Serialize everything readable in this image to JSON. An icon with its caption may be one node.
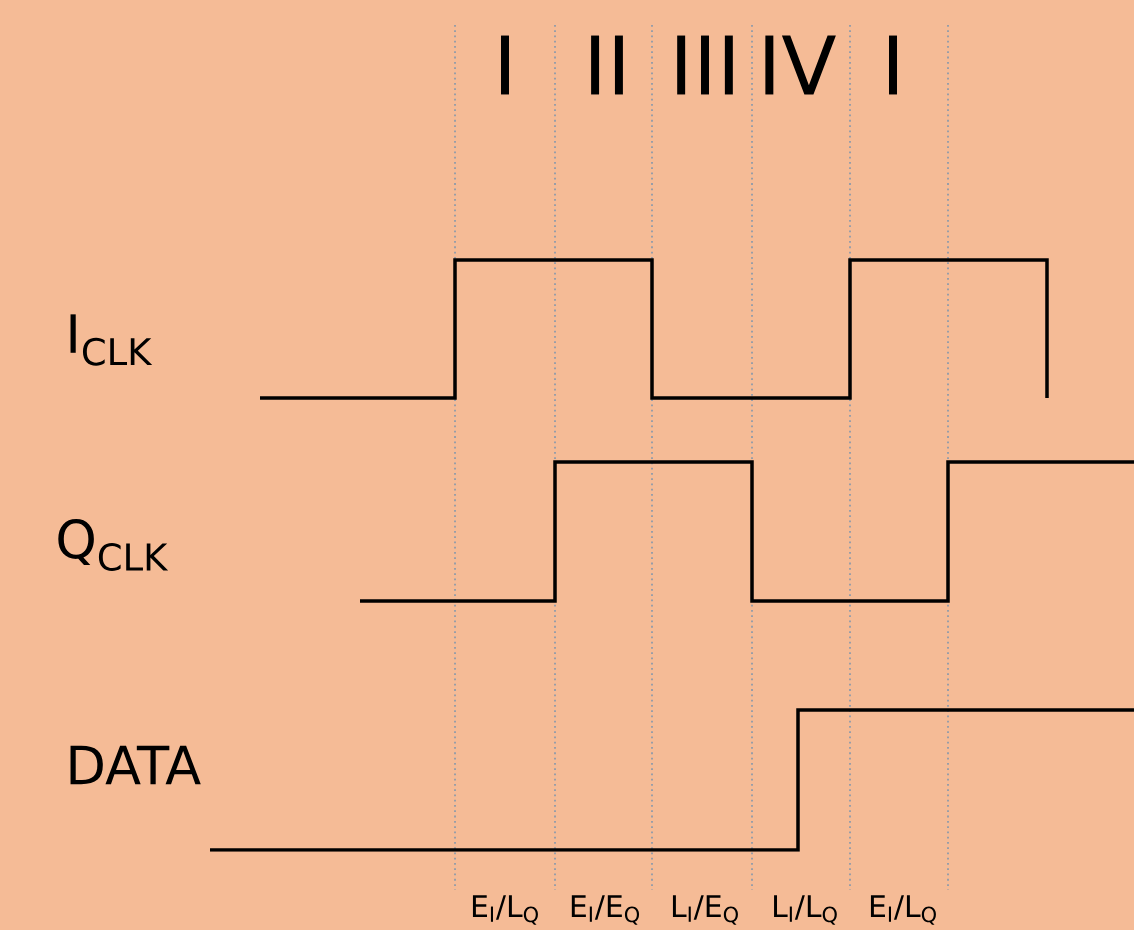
{
  "diagram": {
    "labels": [
      "I",
      "II",
      "III",
      "IV",
      "I",
      "I$_{CLK}$",
      "Q$_{CLK}$",
      "DATA",
      "E$_{I}$/L$_{Q}$",
      "E$_{I}$/E$_{Q}$",
      "L$_{I}$/E$_{Q}$",
      "L$_{I}$/L$_{Q}$",
      "E$_{I}$/L$_{Q}$"
    ]
  }
}
